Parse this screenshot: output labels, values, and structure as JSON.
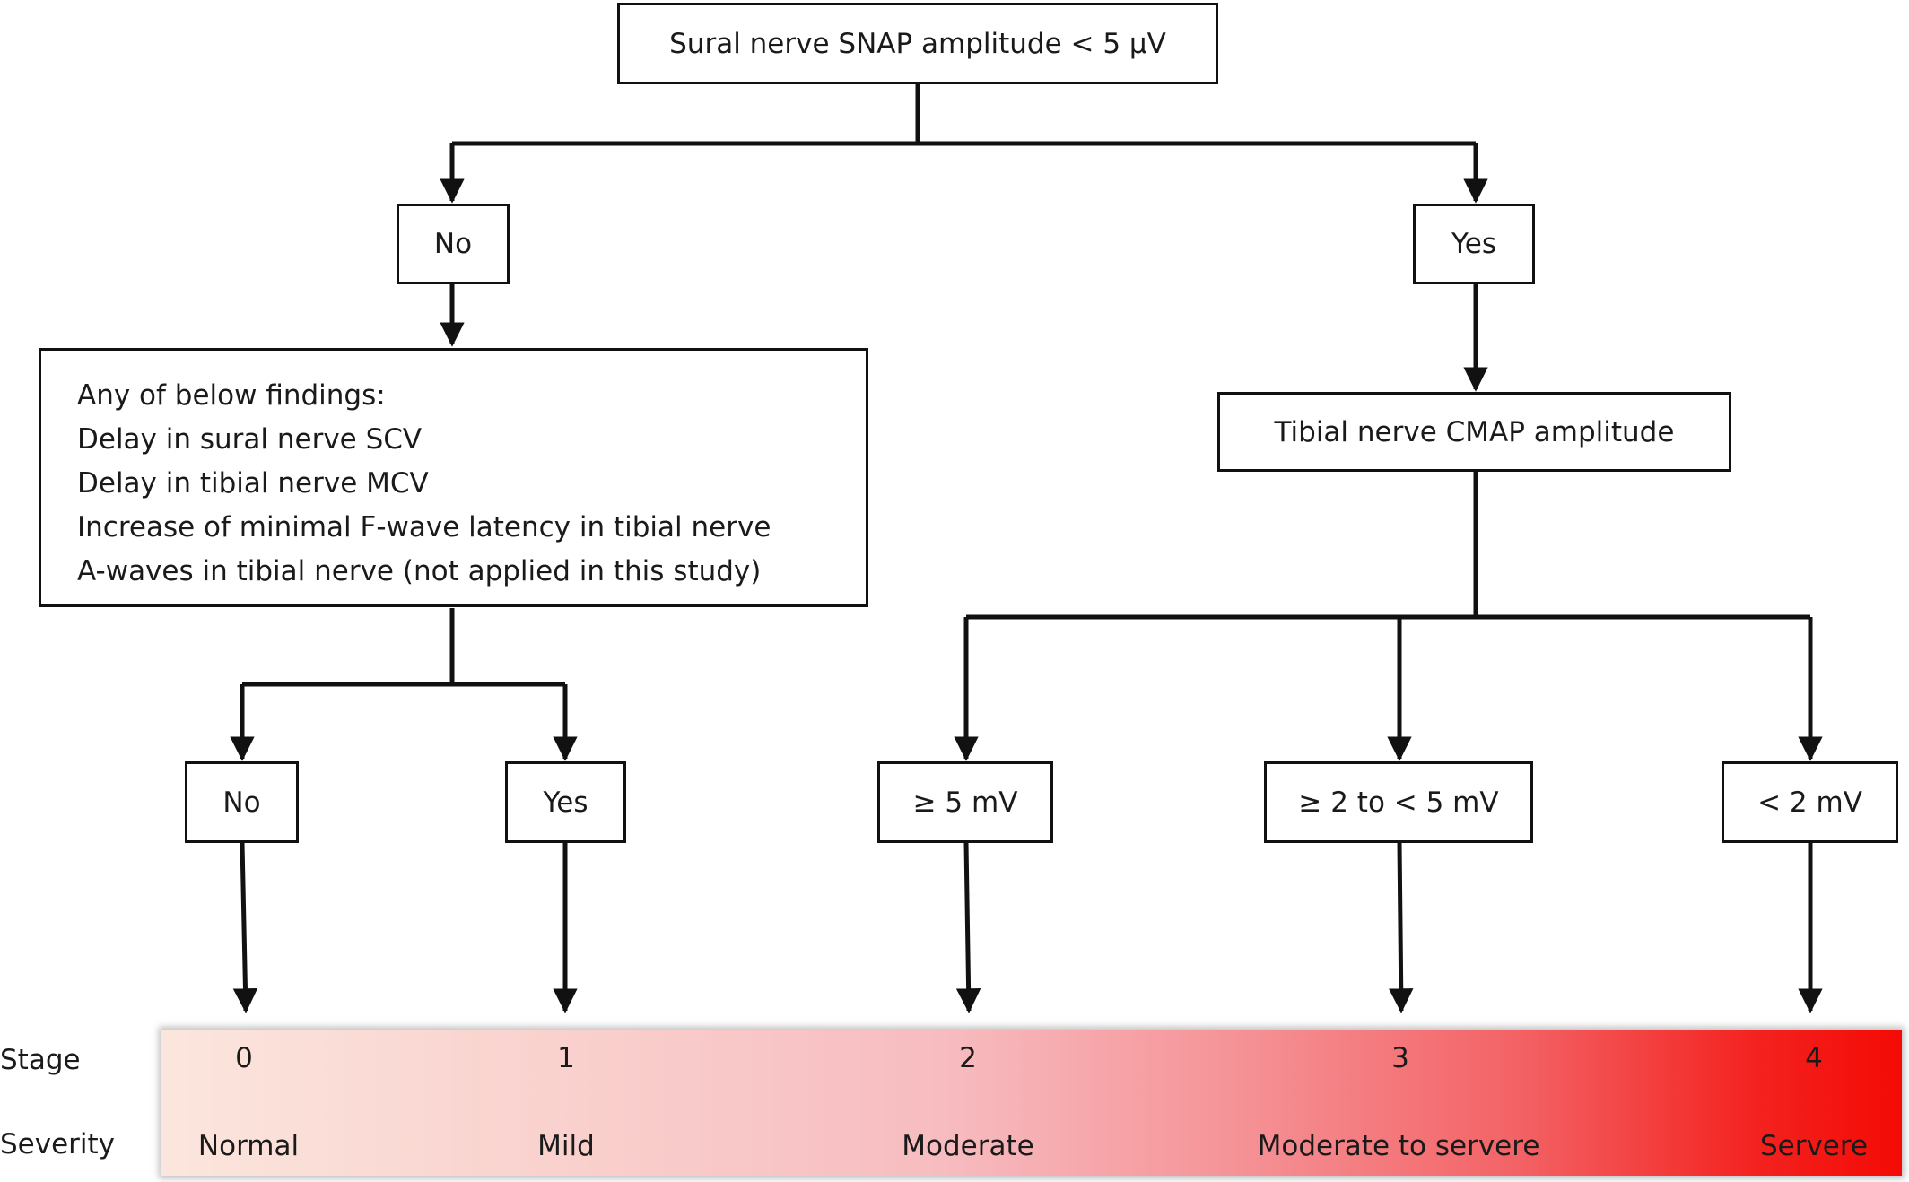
{
  "root": {
    "label": "Sural nerve SNAP amplitude < 5 µV"
  },
  "branch_no": {
    "label": "No"
  },
  "branch_yes": {
    "label": "Yes"
  },
  "findings": {
    "title": "Any of below findings:",
    "items": [
      "Delay in sural nerve SCV",
      "Delay in tibial nerve MCV",
      "Increase of minimal F-wave latency in tibial nerve",
      "A-waves in tibial nerve (not applied in this study)"
    ]
  },
  "tibial": {
    "label": "Tibial nerve CMAP amplitude"
  },
  "outcomes": [
    {
      "label": "No"
    },
    {
      "label": "Yes"
    },
    {
      "label": "≥ 5 mV"
    },
    {
      "label": "≥ 2 to < 5 mV"
    },
    {
      "label": "< 2 mV"
    }
  ],
  "scale": {
    "stage_label": "Stage",
    "severity_label": "Severity",
    "stages": [
      "0",
      "1",
      "2",
      "3",
      "4"
    ],
    "severities": [
      "Normal",
      "Mild",
      "Moderate",
      "Moderate to servere",
      "Servere"
    ],
    "gradient_colors": [
      "#fbe6dd",
      "#f7bcc0",
      "#f36265",
      "#f40a05"
    ]
  }
}
